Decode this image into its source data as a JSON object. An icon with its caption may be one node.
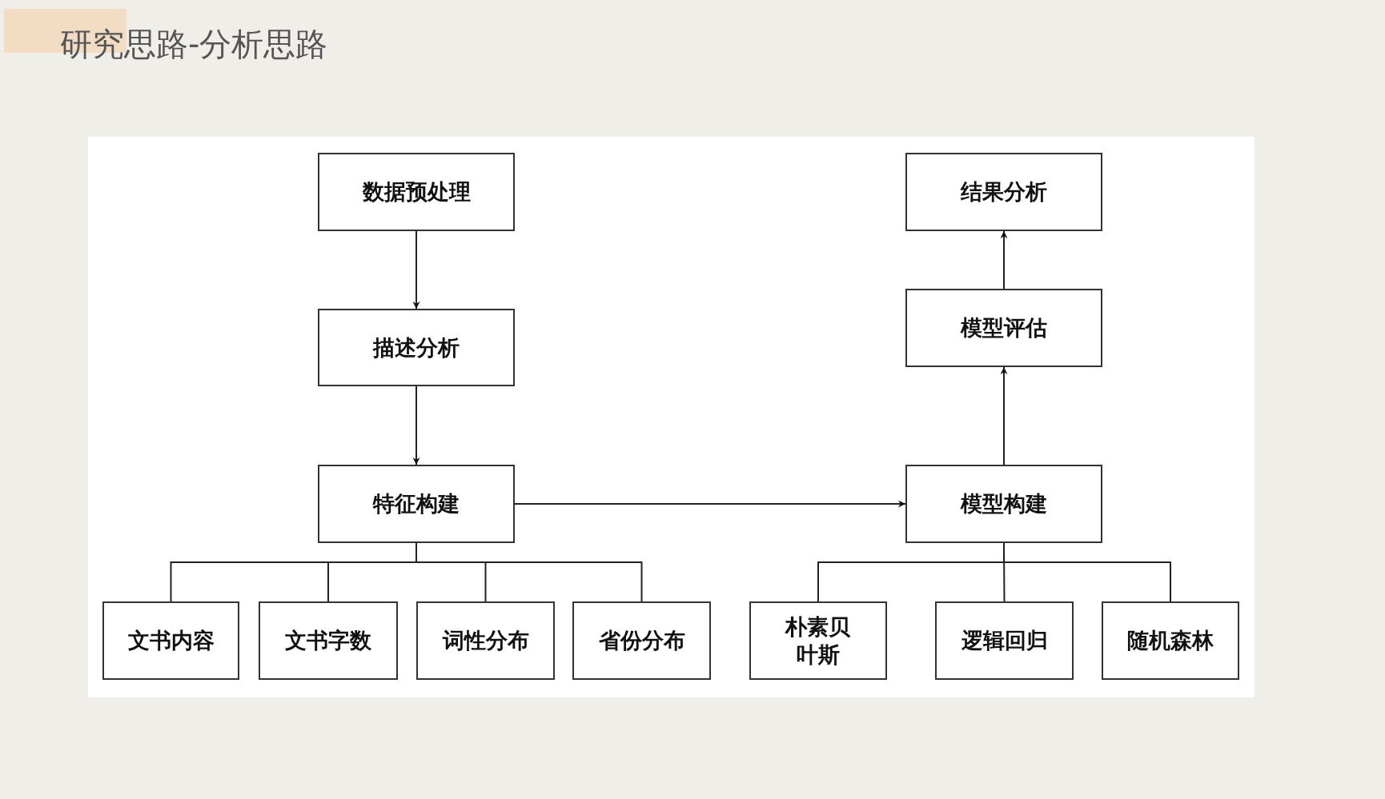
{
  "diagram": {
    "title": "研究思路-分析思路",
    "nodes": [
      {
        "text": [
          "数据预处理"
        ]
      },
      {
        "text": [
          "描述分析"
        ]
      },
      {
        "text": [
          "特征构建"
        ]
      },
      {
        "text": [
          "文书内容"
        ]
      },
      {
        "text": [
          "文书字数"
        ]
      },
      {
        "text": [
          "词性分布"
        ]
      },
      {
        "text": [
          "省份分布"
        ]
      },
      {
        "text": [
          "结果分析"
        ]
      },
      {
        "text": [
          "模型评估"
        ]
      },
      {
        "text": [
          "模型构建"
        ]
      },
      {
        "text": [
          "朴素贝叶斯"
        ]
      },
      {
        "text": [
          "逻辑回归"
        ]
      },
      {
        "text": [
          "随机森林"
        ]
      }
    ],
    "edges": [
      {
        "from": 0,
        "to": 1,
        "arrow": "to"
      },
      {
        "from": 1,
        "to": 2,
        "arrow": "to"
      },
      {
        "from": 2,
        "to": 9,
        "arrow": "to"
      },
      {
        "from": 9,
        "to": 8,
        "arrow": "to"
      },
      {
        "from": 8,
        "to": 7,
        "arrow": "to"
      },
      {
        "from": 2,
        "to": 3,
        "arrow": "none"
      },
      {
        "from": 2,
        "to": 4,
        "arrow": "none"
      },
      {
        "from": 2,
        "to": 5,
        "arrow": "none"
      },
      {
        "from": 2,
        "to": 6,
        "arrow": "none"
      },
      {
        "from": 9,
        "to": 10,
        "arrow": "none"
      },
      {
        "from": 9,
        "to": 11,
        "arrow": "none"
      },
      {
        "from": 9,
        "to": 12,
        "arrow": "none"
      }
    ]
  }
}
